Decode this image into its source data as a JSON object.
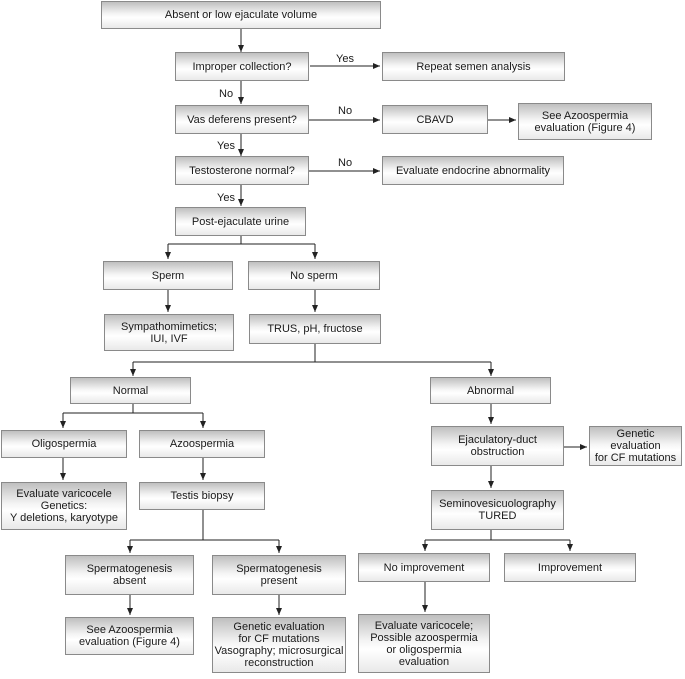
{
  "boxes": {
    "absent_low_volume": "Absent or low ejaculate volume",
    "improper_collection": "Improper collection?",
    "repeat_semen_analysis": "Repeat semen analysis",
    "vas_deferens_present": "Vas deferens present?",
    "cbavd": "CBAVD",
    "see_azoospermia_top": "See Azoospermia\nevaluation (Figure 4)",
    "testosterone_normal": "Testosterone normal?",
    "evaluate_endocrine": "Evaluate endocrine abnormality",
    "post_ejaculate_urine": "Post-ejaculate urine",
    "sperm": "Sperm",
    "no_sperm": "No sperm",
    "sympathomimetics": "Sympathomimetics;\nIUI, IVF",
    "trus": "TRUS, pH, fructose",
    "normal": "Normal",
    "abnormal": "Abnormal",
    "oligospermia": "Oligospermia",
    "azoospermia": "Azoospermia",
    "evaluate_varicocele_genetics": "Evaluate varicocele\nGenetics:\nY deletions, karyotype",
    "testis_biopsy": "Testis biopsy",
    "ejaculatory_duct_obstruction": "Ejaculatory-duct\nobstruction",
    "genetic_eval_cf_right": "Genetic evaluation\nfor CF mutations",
    "seminovesiculography": "Seminovesicuolography\nTURED",
    "spermatogenesis_absent": "Spermatogenesis\nabsent",
    "spermatogenesis_present": "Spermatogenesis\npresent",
    "no_improvement": "No improvement",
    "improvement": "Improvement",
    "see_azoospermia_bottom": "See Azoospermia\nevaluation (Figure 4)",
    "genetic_eval_vasography": "Genetic evaluation\nfor CF mutations\nVasography; microsurgical\nreconstruction",
    "evaluate_varicocele_possible": "Evaluate varicocele;\nPossible azoospermia\nor oligospermia\nevaluation"
  },
  "edge_labels": {
    "yes_collection": "Yes",
    "no_collection": "No",
    "no_vas": "No",
    "yes_vas": "Yes",
    "no_testosterone": "No",
    "yes_testosterone": "Yes"
  },
  "colors": {
    "line": "#222222",
    "box_border": "#8a8a8a"
  }
}
